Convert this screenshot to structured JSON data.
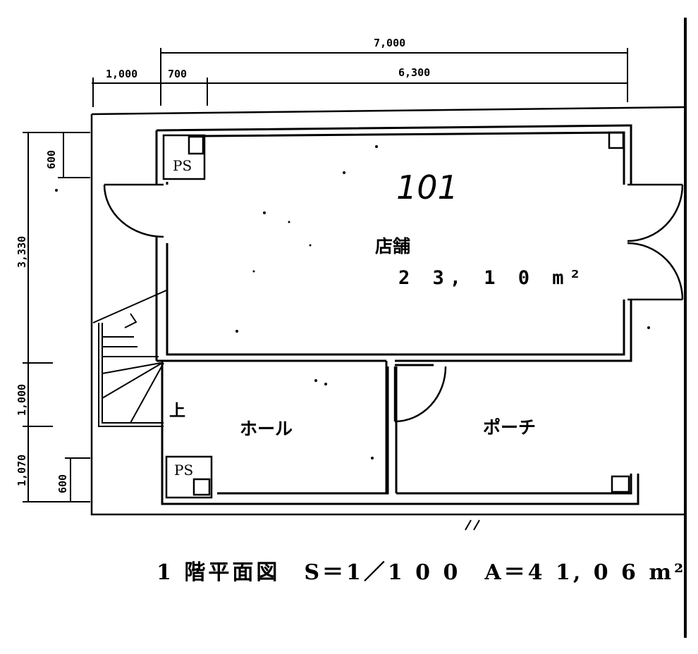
{
  "dimensions": {
    "total_width": "7,000",
    "left_offset": "1,000",
    "stair_offset": "700",
    "main_width": "6,300",
    "height_upper": "3,330",
    "height_middle": "1,000",
    "height_lower": "1,070",
    "ps_upper": "600",
    "ps_lower": "600"
  },
  "rooms": {
    "shop_label": "店舗",
    "shop_area": "2 3, 1 0 m²",
    "shop_handwritten": "101",
    "hall_label": "ホール",
    "porch_label": "ポーチ",
    "ps_upper_label": "PS",
    "ps_lower_label": "PS",
    "stair_up_label": "上"
  },
  "caption": {
    "text": "1 階平面図　S＝1／1 0 0　A＝4 1, 0 6 m²"
  },
  "colors": {
    "ink": "#000000",
    "paper": "#ffffff"
  }
}
